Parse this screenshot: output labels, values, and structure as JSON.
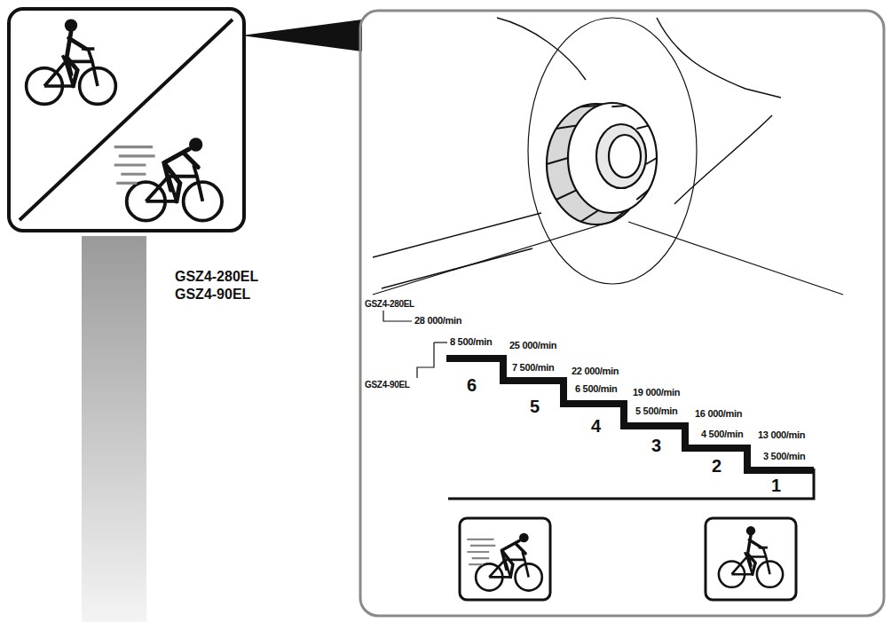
{
  "diagram": {
    "labels": [
      "GSZ4-280EL",
      "GSZ4-90EL",
      "GSZ4-280EL",
      "28 000/min",
      "8 500/min",
      "25 000/min",
      "GSZ4-90EL",
      "6",
      "7 500/min",
      "22 000/min",
      "5",
      "6 500/min",
      "19 000/min",
      "4",
      "5 500/min",
      "16 000/min",
      "3",
      "4 500/min",
      "13 000/min",
      "2",
      "3 500/min",
      "1"
    ]
  }
}
